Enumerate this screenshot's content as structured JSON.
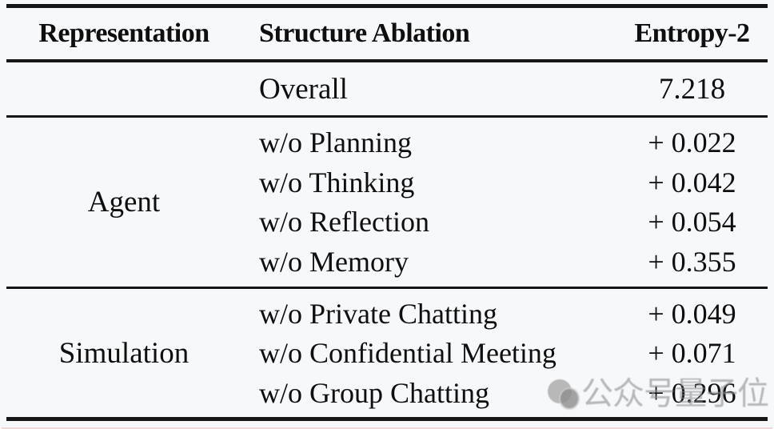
{
  "table": {
    "headers": {
      "representation": "Representation",
      "structure_ablation": "Structure Ablation",
      "entropy2": "Entropy-2"
    },
    "overall_row": {
      "ablation": "Overall",
      "value": "7.218"
    },
    "groups": [
      {
        "label": "Agent",
        "rows": [
          {
            "ablation": "w/o Planning",
            "value": "+ 0.022"
          },
          {
            "ablation": "w/o Thinking",
            "value": "+ 0.042"
          },
          {
            "ablation": "w/o Reflection",
            "value": "+ 0.054"
          },
          {
            "ablation": "w/o Memory",
            "value": "+ 0.355"
          }
        ]
      },
      {
        "label": "Simulation",
        "rows": [
          {
            "ablation": "w/o Private Chatting",
            "value": "+ 0.049"
          },
          {
            "ablation": "w/o Confidential Meeting",
            "value": "+ 0.071"
          },
          {
            "ablation": "w/o Group Chatting",
            "value": "+ 0.296"
          }
        ]
      }
    ]
  },
  "watermark": {
    "text": "公众号量子位",
    "logo": "gray-circles-logo",
    "color": "#8e9094"
  },
  "colors": {
    "rule": "#161616",
    "background": "#f7f8fa",
    "text": "#0f0f0f"
  },
  "chart_data": {
    "type": "table",
    "title": "Structure ablation results on Entropy-2",
    "columns": [
      "Representation",
      "Structure Ablation",
      "Entropy-2"
    ],
    "rows": [
      [
        "",
        "Overall",
        7.218
      ],
      [
        "Agent",
        "w/o Planning",
        "+0.022"
      ],
      [
        "Agent",
        "w/o Thinking",
        "+0.042"
      ],
      [
        "Agent",
        "w/o Reflection",
        "+0.054"
      ],
      [
        "Agent",
        "w/o Memory",
        "+0.355"
      ],
      [
        "Simulation",
        "w/o Private Chatting",
        "+0.049"
      ],
      [
        "Simulation",
        "w/o Confidential Meeting",
        "+0.071"
      ],
      [
        "Simulation",
        "w/o Group Chatting",
        "+0.296 (partially obscured by watermark)"
      ]
    ]
  }
}
